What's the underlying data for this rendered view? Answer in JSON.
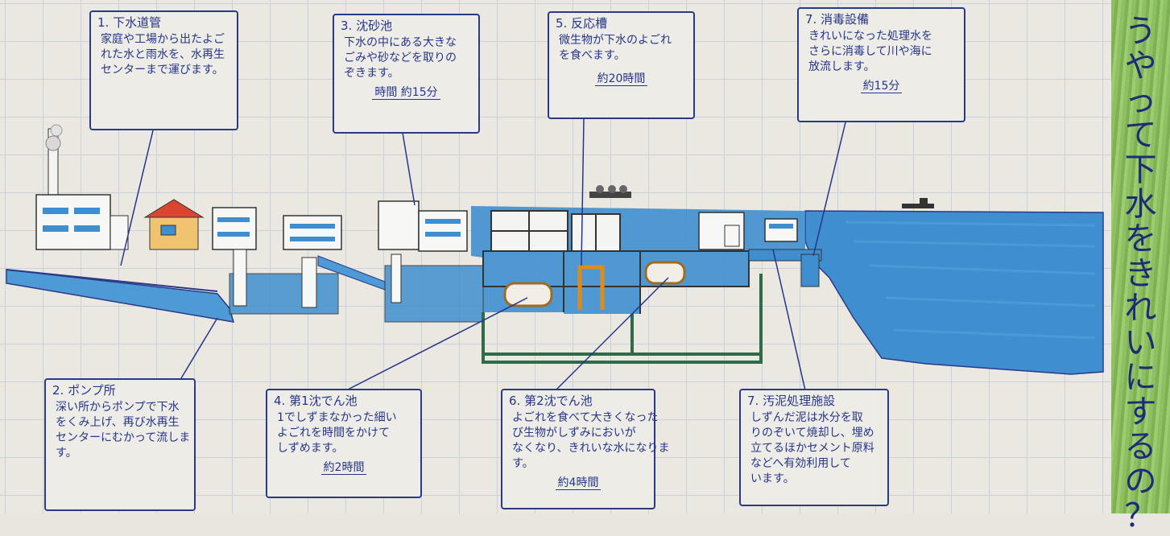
{
  "boxes": {
    "b1": {
      "title": "1. 下水道管",
      "lines": [
        "家庭や工場から出たよご",
        "れた水と雨水を、水再生",
        "センターまで運びます。"
      ],
      "time": ""
    },
    "b2": {
      "title": "2. ポンプ所",
      "lines": [
        "深い所からポンプで下水",
        "をくみ上げ、再び水再生",
        "センターにむかって流しま",
        "す。"
      ],
      "time": ""
    },
    "b3": {
      "title": "3. 沈砂池",
      "lines": [
        "下水の中にある大きな",
        "ごみや砂などを取りの",
        "ぞきます。"
      ],
      "time": "時間 約15分"
    },
    "b4": {
      "title": "4. 第1沈でん池",
      "lines": [
        "1でしずまなかった細い",
        "よごれを時間をかけて",
        "しずめます。"
      ],
      "time": "約2時間"
    },
    "b5": {
      "title": "5. 反応槽",
      "lines": [
        "微生物が下水のよごれ",
        "を食べます。"
      ],
      "time": "約20時間"
    },
    "b6": {
      "title": "6. 第2沈でん池",
      "lines": [
        "よごれを食べて大きくなった",
        "び生物がしずみにおいが",
        "なくなり、きれいな水になりま",
        "す。"
      ],
      "time": "約4時間"
    },
    "b7": {
      "title": "7. 消毒設備",
      "lines": [
        "きれいになった処理水を",
        "さらに消毒して川や海に",
        "放流します。"
      ],
      "time": "約15分"
    },
    "b8": {
      "title": "7. 汚泥処理施設",
      "lines": [
        "しずんだ泥は水分を取",
        "りのぞいて焼却し、埋め",
        "立てるほかセメント原料",
        "などへ有効利用して",
        "います。"
      ],
      "time": ""
    }
  },
  "sidebar": {
    "chars": [
      "う",
      "や",
      "っ",
      "て",
      "下",
      "水",
      "を",
      "き",
      "れ",
      "い",
      "に",
      "す",
      "る",
      "の",
      "？"
    ]
  },
  "colors": {
    "water": "#3f8fd0",
    "ink": "#25358a",
    "pipe": "#2f6b48",
    "sidebar": "#8fbf63"
  }
}
